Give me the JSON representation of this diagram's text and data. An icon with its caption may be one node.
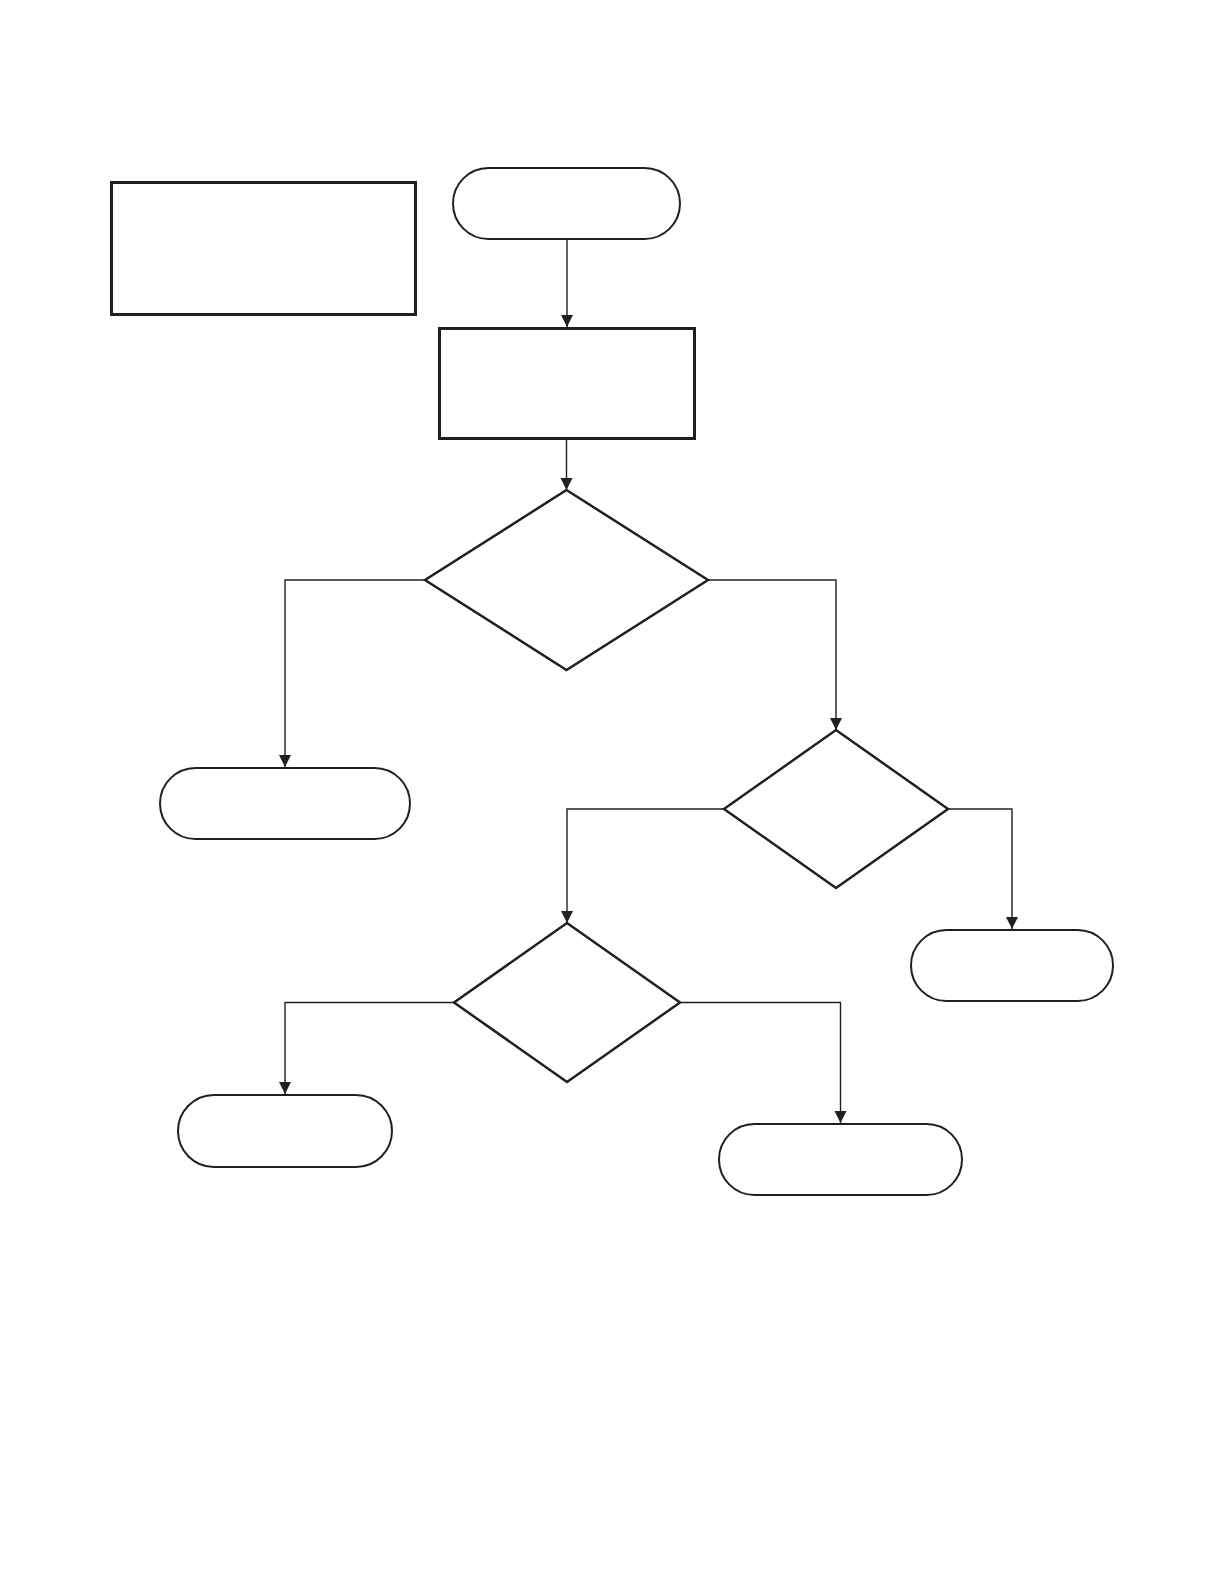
{
  "diagram": {
    "nodes": [
      {
        "text": [],
        "shape": "box"
      },
      {
        "text": [],
        "shape": "oval"
      },
      {
        "text": [],
        "shape": "box"
      },
      {
        "text": [],
        "shape": "diamond"
      },
      {
        "text": [],
        "shape": "diamond"
      },
      {
        "text": [],
        "shape": "oval"
      },
      {
        "text": [],
        "shape": "oval"
      },
      {
        "text": [],
        "shape": "diamond"
      },
      {
        "text": [],
        "shape": "oval"
      },
      {
        "text": [],
        "shape": "oval"
      }
    ],
    "edges": [
      {
        "from": 1,
        "to": 2,
        "arrow": "to"
      },
      {
        "from": 2,
        "to": 3,
        "arrow": "to"
      },
      {
        "from": 3,
        "to": 5,
        "arrow": "to"
      },
      {
        "from": 3,
        "to": 4,
        "arrow": "to"
      },
      {
        "from": 4,
        "to": 6,
        "arrow": "to"
      },
      {
        "from": 4,
        "to": 7,
        "arrow": "to"
      },
      {
        "from": 7,
        "to": 8,
        "arrow": "to"
      },
      {
        "from": 7,
        "to": 9,
        "arrow": "to"
      }
    ]
  }
}
